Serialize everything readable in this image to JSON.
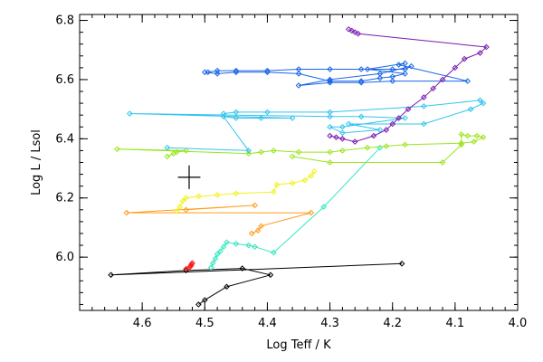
{
  "chart_data": {
    "type": "line",
    "title": "",
    "xlabel": "Log Teff / K",
    "ylabel": "Log L / Lsol",
    "xlim": [
      4.7,
      4.0
    ],
    "ylim": [
      5.82,
      6.82
    ],
    "x_reversed": true,
    "grid": false,
    "x_ticks": [
      4.6,
      4.5,
      4.4,
      4.3,
      4.2,
      4.1,
      4.0
    ],
    "x_tick_labels": [
      "4.6",
      "4.5",
      "4.4",
      "4.3",
      "4.2",
      "4.1",
      "4.0"
    ],
    "y_ticks": [
      6.0,
      6.2,
      6.4,
      6.6,
      6.8
    ],
    "y_tick_labels": [
      "6.0",
      "6.2",
      "6.4",
      "6.6",
      "6.8"
    ],
    "error_cross": {
      "x": 4.525,
      "y": 6.27,
      "dx": 0.018,
      "dy": 0.04,
      "color": "#000000"
    },
    "series": [
      {
        "color": "#000000",
        "points": [
          [
            4.51,
            5.84
          ],
          [
            4.5,
            5.855
          ],
          [
            4.465,
            5.9
          ],
          [
            4.395,
            5.94
          ],
          [
            4.44,
            5.962
          ],
          [
            4.53,
            5.955
          ],
          [
            4.65,
            5.94
          ],
          [
            4.185,
            5.978
          ]
        ]
      },
      {
        "color": "#ff1a1a",
        "points": [
          [
            4.53,
            5.96
          ],
          [
            4.525,
            5.965
          ],
          [
            4.523,
            5.968
          ],
          [
            4.522,
            5.972
          ],
          [
            4.521,
            5.976
          ],
          [
            4.52,
            5.98
          ]
        ]
      },
      {
        "color": "#33e6c0",
        "points": [
          [
            4.49,
            5.965
          ],
          [
            4.487,
            5.98
          ],
          [
            4.483,
            5.995
          ],
          [
            4.48,
            6.01
          ],
          [
            4.475,
            6.02
          ],
          [
            4.47,
            6.035
          ],
          [
            4.465,
            6.05
          ],
          [
            4.45,
            6.045
          ],
          [
            4.43,
            6.04
          ],
          [
            4.42,
            6.035
          ],
          [
            4.39,
            6.015
          ],
          [
            4.31,
            6.17
          ],
          [
            4.22,
            6.37
          ]
        ]
      },
      {
        "color": "#ff9c1a",
        "points": [
          [
            4.425,
            6.08
          ],
          [
            4.415,
            6.09
          ],
          [
            4.41,
            6.105
          ],
          [
            4.33,
            6.15
          ],
          [
            4.625,
            6.15
          ],
          [
            4.42,
            6.175
          ],
          [
            4.53,
            6.16
          ]
        ]
      },
      {
        "color": "#f2f21a",
        "points": [
          [
            4.545,
            6.155
          ],
          [
            4.54,
            6.17
          ],
          [
            4.535,
            6.19
          ],
          [
            4.53,
            6.2
          ],
          [
            4.51,
            6.205
          ],
          [
            4.48,
            6.21
          ],
          [
            4.45,
            6.215
          ],
          [
            4.39,
            6.22
          ],
          [
            4.385,
            6.245
          ],
          [
            4.36,
            6.25
          ],
          [
            4.34,
            6.26
          ],
          [
            4.33,
            6.275
          ],
          [
            4.325,
            6.29
          ]
        ]
      },
      {
        "color": "#9ae61a",
        "points": [
          [
            4.56,
            6.34
          ],
          [
            4.55,
            6.35
          ],
          [
            4.545,
            6.355
          ],
          [
            4.53,
            6.36
          ],
          [
            4.64,
            6.365
          ],
          [
            4.43,
            6.35
          ],
          [
            4.41,
            6.355
          ],
          [
            4.39,
            6.36
          ],
          [
            4.35,
            6.355
          ],
          [
            4.3,
            6.355
          ],
          [
            4.28,
            6.36
          ],
          [
            4.24,
            6.37
          ],
          [
            4.21,
            6.375
          ],
          [
            4.18,
            6.38
          ],
          [
            4.09,
            6.385
          ],
          [
            4.07,
            6.39
          ],
          [
            4.055,
            6.405
          ],
          [
            4.065,
            6.41
          ],
          [
            4.08,
            6.41
          ],
          [
            4.09,
            6.415
          ],
          [
            4.09,
            6.38
          ],
          [
            4.12,
            6.32
          ],
          [
            4.3,
            6.32
          ],
          [
            4.36,
            6.34
          ]
        ]
      },
      {
        "color": "#33c4ee",
        "points": [
          [
            4.56,
            6.37
          ],
          [
            4.43,
            6.36
          ],
          [
            4.47,
            6.475
          ],
          [
            4.45,
            6.47
          ],
          [
            4.41,
            6.47
          ],
          [
            4.36,
            6.47
          ],
          [
            4.62,
            6.485
          ],
          [
            4.3,
            6.475
          ],
          [
            4.25,
            6.475
          ],
          [
            4.18,
            6.47
          ],
          [
            4.28,
            6.44
          ],
          [
            4.3,
            6.44
          ],
          [
            4.28,
            6.42
          ],
          [
            4.22,
            6.43
          ],
          [
            4.27,
            6.45
          ],
          [
            4.15,
            6.45
          ],
          [
            4.075,
            6.5
          ],
          [
            4.055,
            6.52
          ],
          [
            4.06,
            6.53
          ],
          [
            4.15,
            6.51
          ],
          [
            4.3,
            6.49
          ],
          [
            4.4,
            6.49
          ],
          [
            4.45,
            6.49
          ],
          [
            4.47,
            6.485
          ]
        ]
      },
      {
        "color": "#1a66e6",
        "points": [
          [
            4.495,
            6.625
          ],
          [
            4.48,
            6.63
          ],
          [
            4.45,
            6.63
          ],
          [
            4.4,
            6.63
          ],
          [
            4.35,
            6.635
          ],
          [
            4.3,
            6.635
          ],
          [
            4.25,
            6.635
          ],
          [
            4.2,
            6.635
          ],
          [
            4.18,
            6.635
          ],
          [
            4.17,
            6.645
          ],
          [
            4.22,
            6.62
          ],
          [
            4.3,
            6.6
          ],
          [
            4.35,
            6.58
          ],
          [
            4.3,
            6.59
          ],
          [
            4.25,
            6.59
          ],
          [
            4.2,
            6.595
          ],
          [
            4.08,
            6.595
          ],
          [
            4.19,
            6.65
          ],
          [
            4.18,
            6.655
          ],
          [
            4.24,
            6.635
          ],
          [
            4.18,
            6.62
          ],
          [
            4.2,
            6.61
          ],
          [
            4.22,
            6.605
          ],
          [
            4.25,
            6.595
          ],
          [
            4.3,
            6.595
          ],
          [
            4.35,
            6.62
          ],
          [
            4.4,
            6.625
          ],
          [
            4.45,
            6.625
          ],
          [
            4.48,
            6.62
          ],
          [
            4.5,
            6.625
          ]
        ]
      },
      {
        "color": "#7a1ab0",
        "points": [
          [
            4.27,
            6.77
          ],
          [
            4.265,
            6.765
          ],
          [
            4.26,
            6.76
          ],
          [
            4.255,
            6.755
          ],
          [
            4.05,
            6.71
          ],
          [
            4.06,
            6.69
          ],
          [
            4.085,
            6.67
          ],
          [
            4.1,
            6.64
          ],
          [
            4.12,
            6.6
          ],
          [
            4.135,
            6.57
          ],
          [
            4.15,
            6.54
          ],
          [
            4.175,
            6.5
          ],
          [
            4.19,
            6.47
          ],
          [
            4.2,
            6.45
          ],
          [
            4.21,
            6.43
          ],
          [
            4.23,
            6.41
          ],
          [
            4.26,
            6.39
          ],
          [
            4.3,
            6.41
          ],
          [
            4.29,
            6.405
          ],
          [
            4.28,
            6.4
          ]
        ]
      }
    ]
  }
}
